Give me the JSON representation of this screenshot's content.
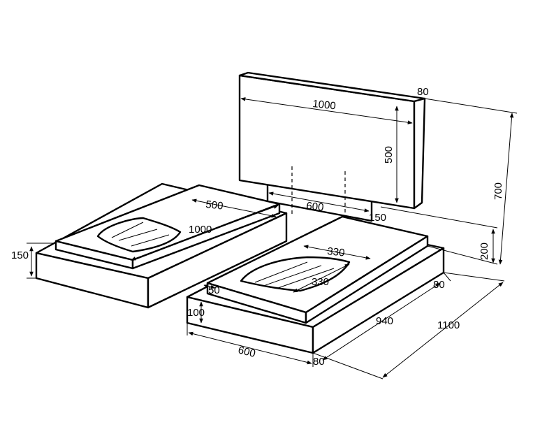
{
  "stele": {
    "width": "1000",
    "height": "500",
    "thickness_top": "80",
    "total_height": "700",
    "plinth_offset": "150",
    "base_height": "200"
  },
  "plinth": {
    "length": "600"
  },
  "left_tomb": {
    "slab_width": "500",
    "slab_length": "1000",
    "base_height": "150"
  },
  "right_tomb": {
    "recess_width": "330",
    "recess_depth": "330",
    "inner_offset": "50",
    "base_height": "100",
    "front_width": "600",
    "side_offset_back": "80",
    "side_offset_front": "80",
    "inner_length": "940",
    "outer_length": "1100"
  }
}
